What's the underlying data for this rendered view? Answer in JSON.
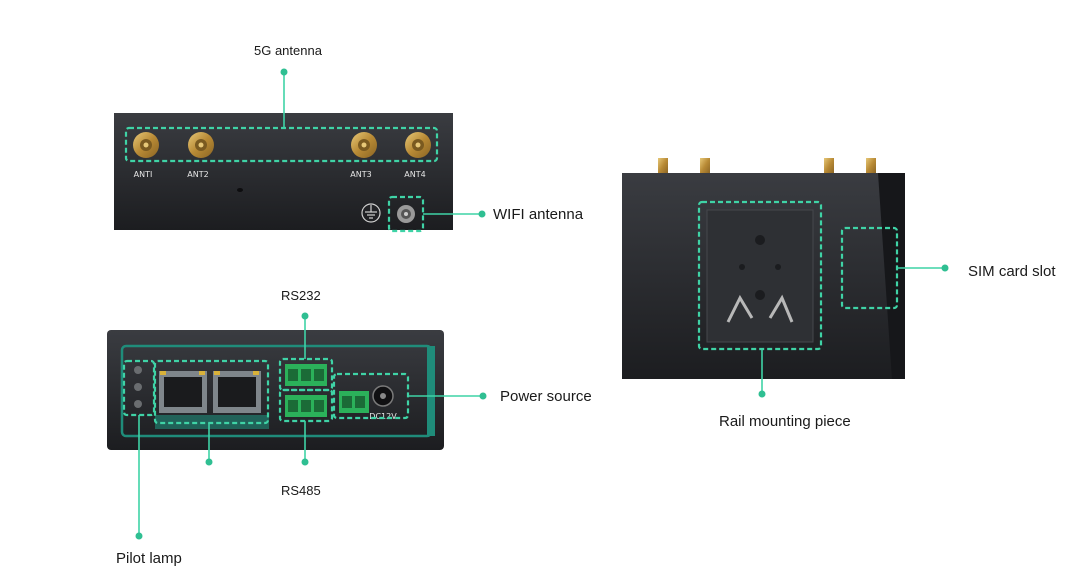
{
  "colors": {
    "accent": "#3fd3a6",
    "device_body": "#25272b",
    "brass": "#c9a24a",
    "terminal_green": "#2bb15a"
  },
  "antenna_ports": [
    "ANTI",
    "ANT2",
    "ANT3",
    "ANT4"
  ],
  "rear_panel_marks": [
    "DC12V"
  ],
  "callouts": {
    "antenna_5g": "5G antenna",
    "wifi_antenna": "WIFI antenna",
    "rs232": "RS232",
    "power_source": "Power source",
    "rs485": "RS485",
    "pilot_lamp": "Pilot lamp",
    "sim_card_slot": "SIM card slot",
    "rail_mounting_piece": "Rail mounting piece"
  },
  "icons": [
    "ground-symbol-icon",
    "sma-connector-icon",
    "ethernet-port-icon",
    "terminal-block-icon",
    "dc-jack-icon",
    "led-indicator-icon",
    "din-rail-clip-icon"
  ]
}
